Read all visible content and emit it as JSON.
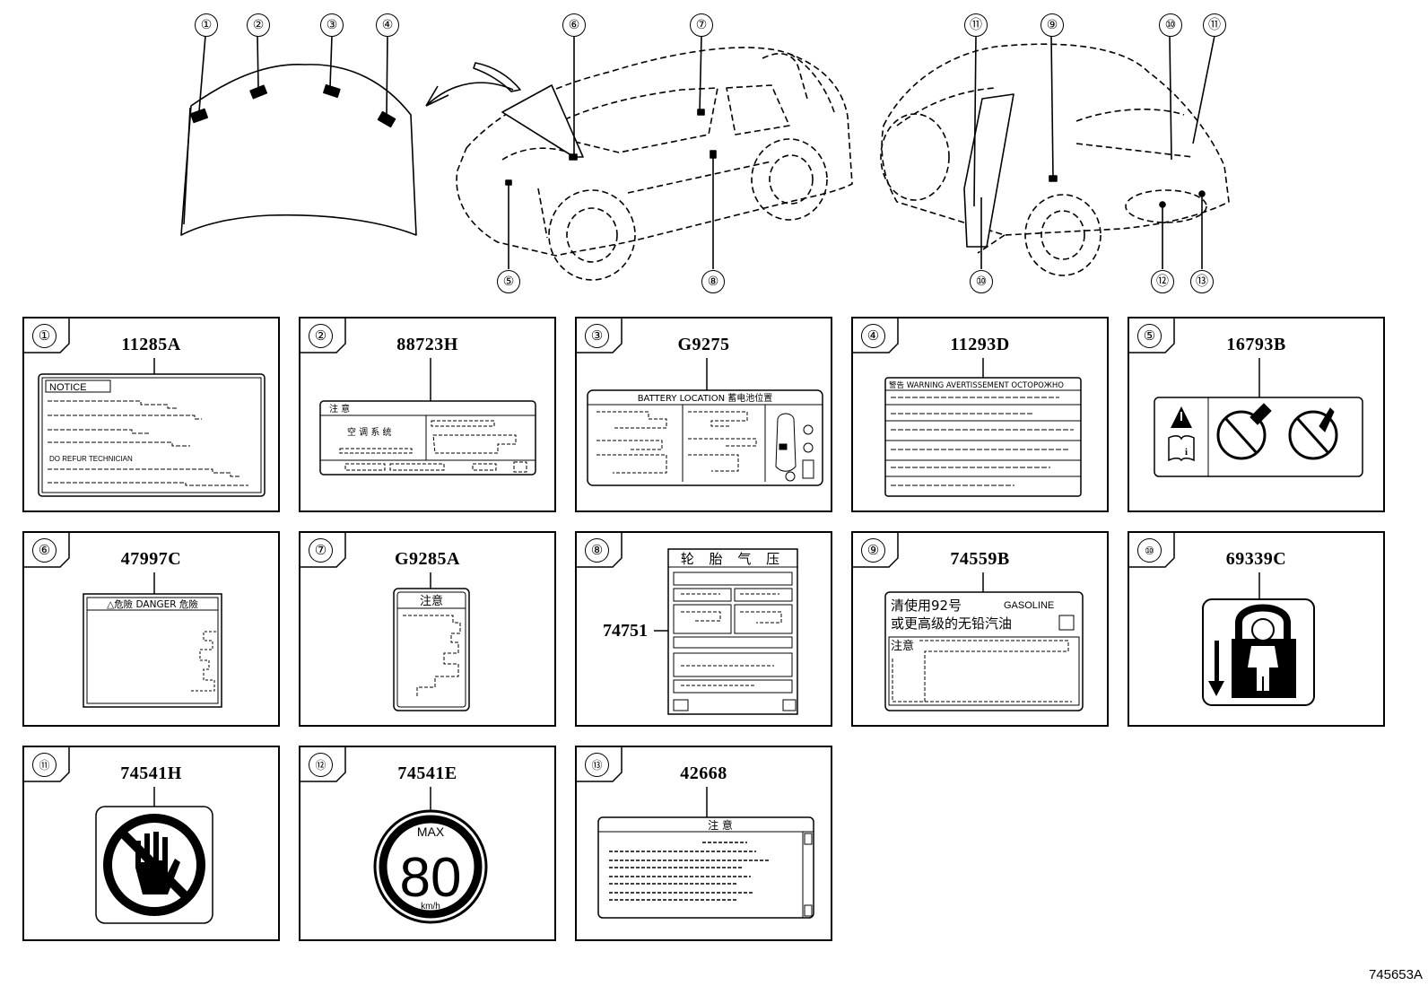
{
  "figure_id": "745653A",
  "callouts": [
    "①",
    "②",
    "③",
    "④",
    "⑤",
    "⑥",
    "⑦",
    "⑧",
    "⑨",
    "⑩",
    "⑪",
    "⑫",
    "⑬"
  ],
  "panels": [
    {
      "num": "①",
      "code": "11285A",
      "lines": [
        "NOTICE",
        "DO REFUR TECHNICIAN"
      ]
    },
    {
      "num": "②",
      "code": "88723H",
      "lines": [
        "注 意",
        "空 调 系 统"
      ]
    },
    {
      "num": "③",
      "code": "G9275",
      "lines": [
        "BATTERY LOCATION 蓄电池位置"
      ]
    },
    {
      "num": "④",
      "code": "11293D",
      "lines": [
        "警告 WARNING AVERTISSEMENT ОСТОРОЖНО"
      ]
    },
    {
      "num": "⑤",
      "code": "16793B",
      "lines": []
    },
    {
      "num": "⑥",
      "code": "47997C",
      "lines": [
        "△危險 DANGER 危險"
      ]
    },
    {
      "num": "⑦",
      "code": "G9285A",
      "lines": [
        "注意"
      ]
    },
    {
      "num": "⑧",
      "code": "",
      "sub_code": "74751",
      "lines": [
        "轮 胎 气 压"
      ]
    },
    {
      "num": "⑨",
      "code": "74559B",
      "lines": [
        "清使用92号",
        "或更高级的无铅汽油",
        "GASOLINE",
        "注意"
      ]
    },
    {
      "num": "⑩",
      "code": "69339C",
      "lines": []
    },
    {
      "num": "⑪",
      "code": "74541H",
      "lines": []
    },
    {
      "num": "⑫",
      "code": "74541E",
      "lines": [
        "MAX",
        "80",
        "km/h"
      ]
    },
    {
      "num": "⑬",
      "code": "42668",
      "lines": [
        "注 意"
      ]
    }
  ],
  "colors": {
    "ink": "#000000",
    "paper": "#ffffff"
  }
}
